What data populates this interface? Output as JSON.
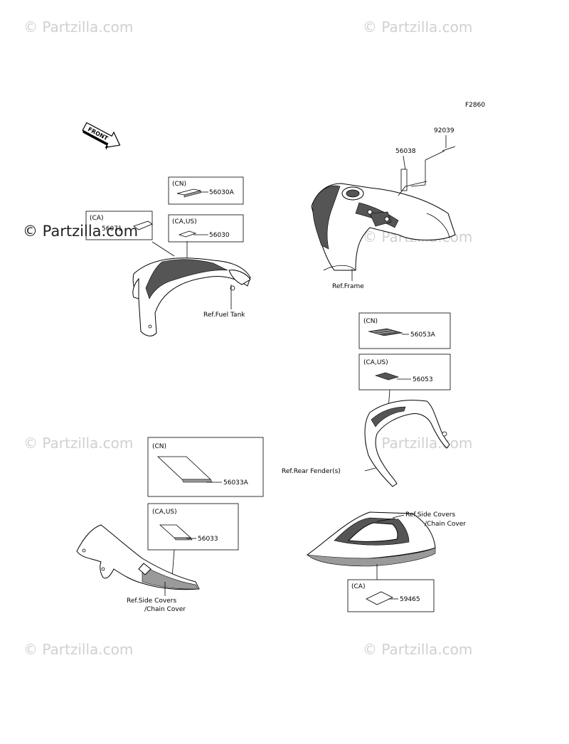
{
  "figure_code": "F2860",
  "front_arrow_text": "FRONT",
  "watermark": {
    "faded_text": "© Partzilla.com",
    "bold_text": "© Partzilla.com"
  },
  "boxes": {
    "cn_56030a": {
      "region": "(CN)",
      "part": "56030A"
    },
    "ca_56071": {
      "region": "(CA)",
      "part": "56071"
    },
    "caus_56030": {
      "region": "(CA,US)",
      "part": "56030"
    },
    "cn_56053a": {
      "region": "(CN)",
      "part": "56053A"
    },
    "caus_56053": {
      "region": "(CA,US)",
      "part": "56053"
    },
    "cn_56033a": {
      "region": "(CN)",
      "part": "56033A"
    },
    "caus_56033": {
      "region": "(CA,US)",
      "part": "56033"
    },
    "ca_59465": {
      "region": "(CA)",
      "part": "59465"
    }
  },
  "parts": {
    "p92039": "92039",
    "p56038": "56038"
  },
  "refs": {
    "fuel_tank": "Ref.Fuel Tank",
    "frame": "Ref.Frame",
    "rear_fender": "Ref.Rear Fender(s)",
    "side_covers_right_1": "Ref.Side Covers",
    "side_covers_right_2": "/Chain Cover",
    "side_covers_left_1": "Ref.Side Covers",
    "side_covers_left_2": "/Chain Cover"
  }
}
